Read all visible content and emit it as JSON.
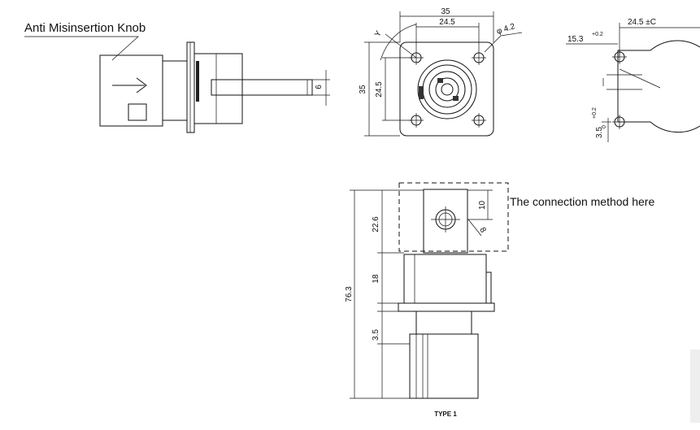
{
  "labels": {
    "anti_misinsertion": "Anti Misinsertion Knob",
    "connection_method": "The connection method here",
    "type": "TYPE 1"
  },
  "dims": {
    "top_width": "35",
    "top_inner": "24.5",
    "hole_dia": "φ 4.2",
    "left_height": "35",
    "left_inner": "24.5",
    "side_thickness": "6",
    "right_width": "24.5 ±C",
    "right_offset": "15.3",
    "tol_plus": "+0.2",
    "tol_zero": "0",
    "right_small": "3.5",
    "total_height": "76.3",
    "seg_top": "22.6",
    "seg_mid": "18",
    "seg_flange": "3.5",
    "hole_pitch": "10",
    "slot": "8",
    "angle": "Y"
  }
}
